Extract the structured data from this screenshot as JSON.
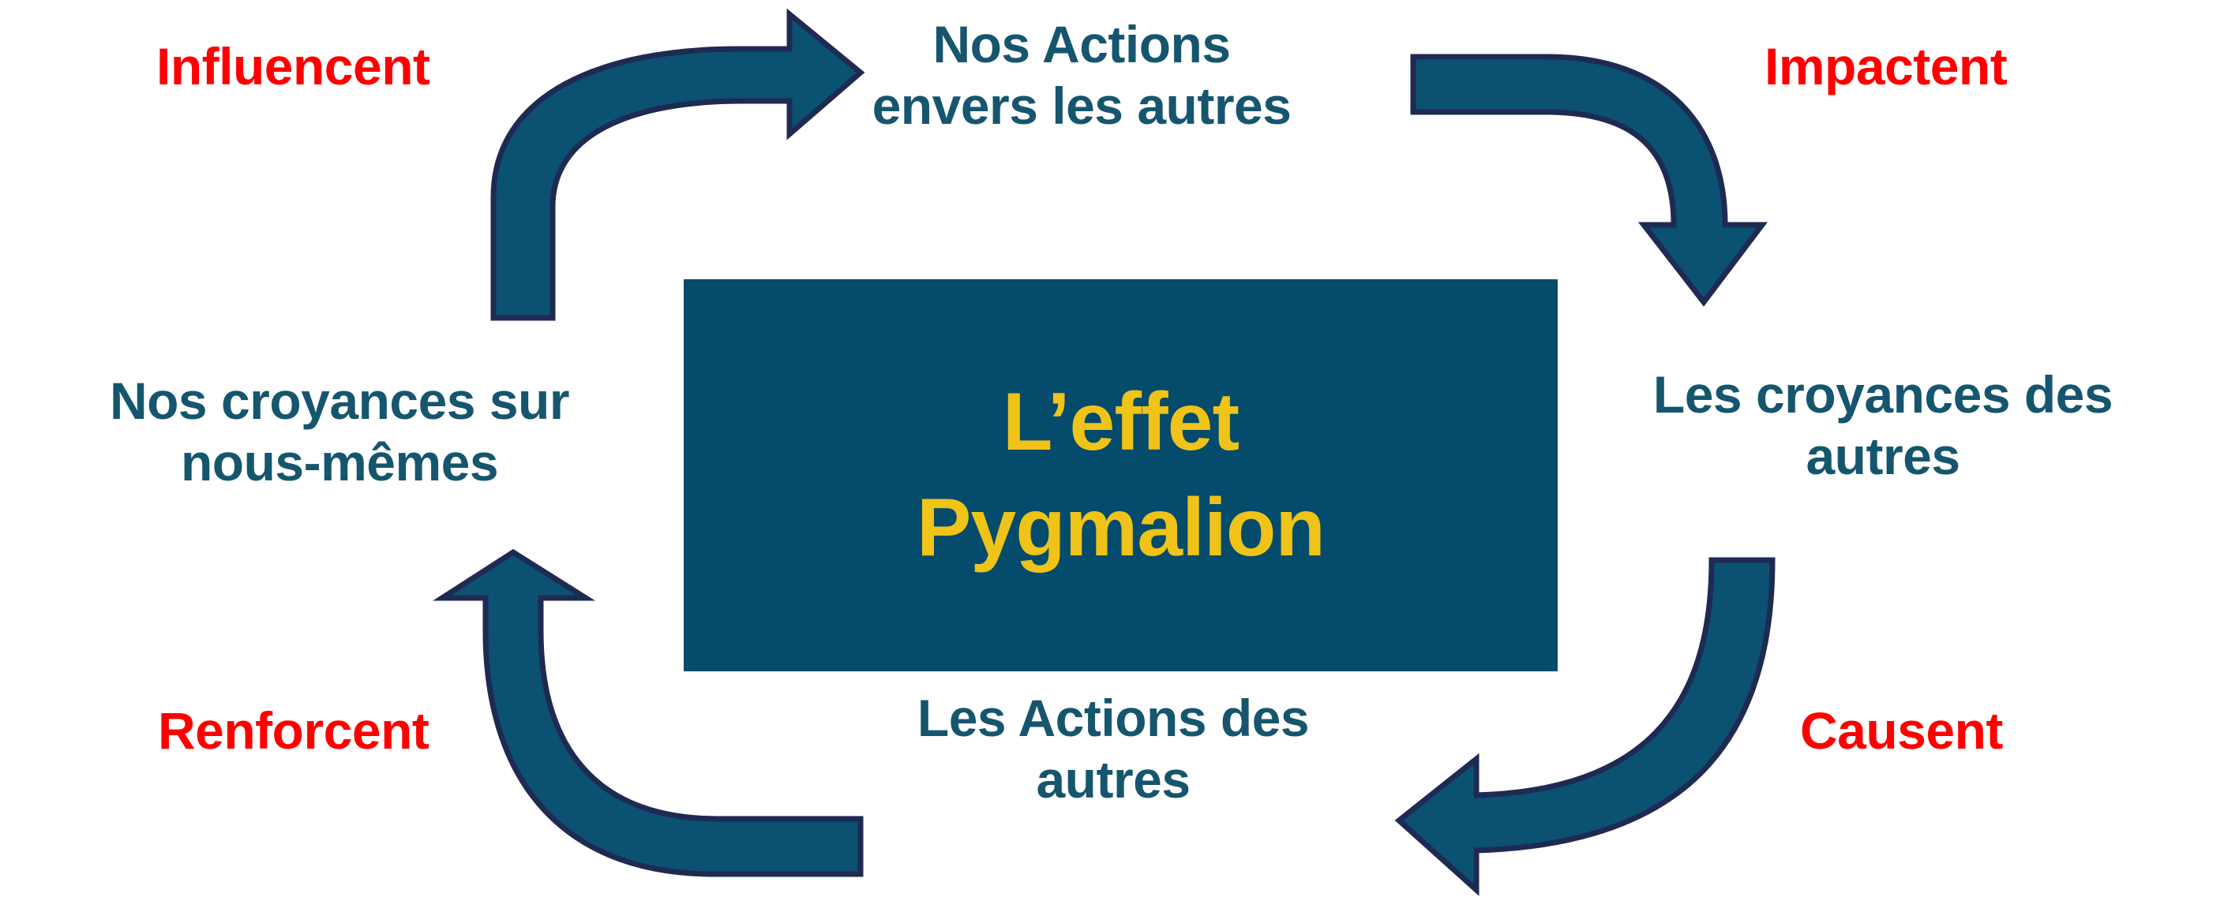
{
  "diagram": {
    "title": "L'effet Pygmalion",
    "type": "cycle",
    "center": {
      "line1": "L’effet",
      "line2": "Pygmalion",
      "background_color": "#054B6B",
      "text_color": "#EFC318"
    },
    "node_color": "#15566E",
    "relation_color": "#FF0000",
    "arrow_fill": "#0B5172",
    "arrow_stroke": "#1F2A52",
    "background_color": "#FFFFFF",
    "nodes": [
      {
        "id": "our-actions",
        "label": "Nos Actions\nenvers les autres",
        "position": "top"
      },
      {
        "id": "others-beliefs",
        "label": "Les croyances des\nautres",
        "position": "right"
      },
      {
        "id": "others-actions",
        "label": "Les Actions des\nautres",
        "position": "bottom"
      },
      {
        "id": "self-beliefs",
        "label": "Nos croyances sur\nnous-mêmes",
        "position": "left"
      }
    ],
    "relations": [
      {
        "id": "influence",
        "label": "Influencent",
        "from": "self-beliefs",
        "to": "our-actions",
        "position": "top-left",
        "arrow_direction": "right"
      },
      {
        "id": "impact",
        "label": "Impactent",
        "from": "our-actions",
        "to": "others-beliefs",
        "position": "top-right",
        "arrow_direction": "down"
      },
      {
        "id": "cause",
        "label": "Causent",
        "from": "others-beliefs",
        "to": "others-actions",
        "position": "bottom-right",
        "arrow_direction": "left"
      },
      {
        "id": "reinforce",
        "label": "Renforcent",
        "from": "others-actions",
        "to": "self-beliefs",
        "position": "bottom-left",
        "arrow_direction": "up"
      }
    ]
  }
}
